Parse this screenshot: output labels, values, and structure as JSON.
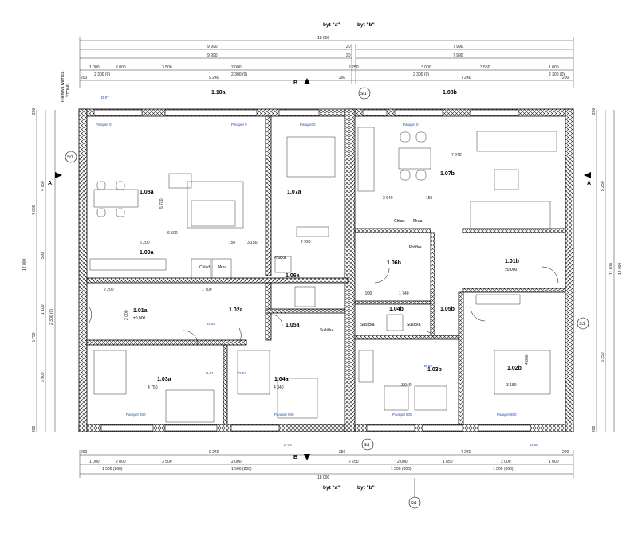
{
  "headers": {
    "byt_a": "byt \"a\"",
    "byt_b": "byt \"b\""
  },
  "wall_note": {
    "line1": "Pílenová tvárnica",
    "line2": "YTONG"
  },
  "sections": {
    "A": "A",
    "B": "B"
  },
  "axis": "St1",
  "rooms": [
    {
      "id": "1.10a"
    },
    {
      "id": "1.08b"
    },
    {
      "id": "1.08a"
    },
    {
      "id": "1.07a"
    },
    {
      "id": "1.07b"
    },
    {
      "id": "1.09a"
    },
    {
      "id": "1.06a"
    },
    {
      "id": "1.06b"
    },
    {
      "id": "1.01b",
      "level": "±0,000"
    },
    {
      "id": "1.01a",
      "level": "±0,000"
    },
    {
      "id": "1.02a"
    },
    {
      "id": "1.05a"
    },
    {
      "id": "1.04b"
    },
    {
      "id": "1.05b"
    },
    {
      "id": "1.03a"
    },
    {
      "id": "1.04a"
    },
    {
      "id": "1.03b"
    },
    {
      "id": "1.02b"
    }
  ],
  "fixture_labels": {
    "chlad": "Chlad.",
    "mraz": "Mraz.",
    "pracka": "Práčka",
    "susicka": "Sušička",
    "parapet0": "Parapet 0",
    "parapet900": "Parapet 900"
  },
  "top_dims": {
    "total": "18 000",
    "half_a": "9 990",
    "half_b": "7 990",
    "gap": "20",
    "row3": [
      "1 000",
      "2 000",
      "3 500",
      "2 000",
      "2 250",
      "3 000",
      "3 550",
      "1 000"
    ],
    "row3_sub": [
      "2 300 (0)",
      "2 300 (0)",
      "2 300 (0)",
      "2 300 (0)"
    ],
    "row4": [
      "200",
      "9 240",
      "250",
      "7 240",
      "200"
    ]
  },
  "bottom_dims": {
    "row1": [
      "200",
      "9 240",
      "250",
      "7 240",
      "200"
    ],
    "row2": [
      "1 000",
      "2 000",
      "3 500",
      "2 000",
      "2 250",
      "2 000",
      "1 850",
      "2 000",
      "1 000"
    ],
    "row2_sub": [
      "1 500 (800)",
      "1 500 (800)",
      "1 500 (800)",
      "1 500 (800)"
    ],
    "total": "18 000"
  },
  "side_dims": {
    "left": [
      "200",
      "4 750",
      "7 000",
      "500",
      "12 000",
      "1 100",
      "5 750",
      "3 900",
      "2 300 (0)",
      "200"
    ],
    "right": [
      "200",
      "5 250",
      "11 600",
      "12 000",
      "5 250",
      "200"
    ]
  },
  "inner_dims": [
    "6 500",
    "5 700",
    "5 200",
    "150",
    "3 150",
    "2 200",
    "1 700",
    "2 000",
    "4 750",
    "4 340",
    "2 640",
    "1 740",
    "3 940",
    "3 150",
    "4 800",
    "7 240",
    "2 990",
    "900",
    "150"
  ],
  "door_tags": [
    "D-01",
    "D-02",
    "D-03",
    "D-04",
    "D-05",
    "D-06",
    "D-07"
  ]
}
